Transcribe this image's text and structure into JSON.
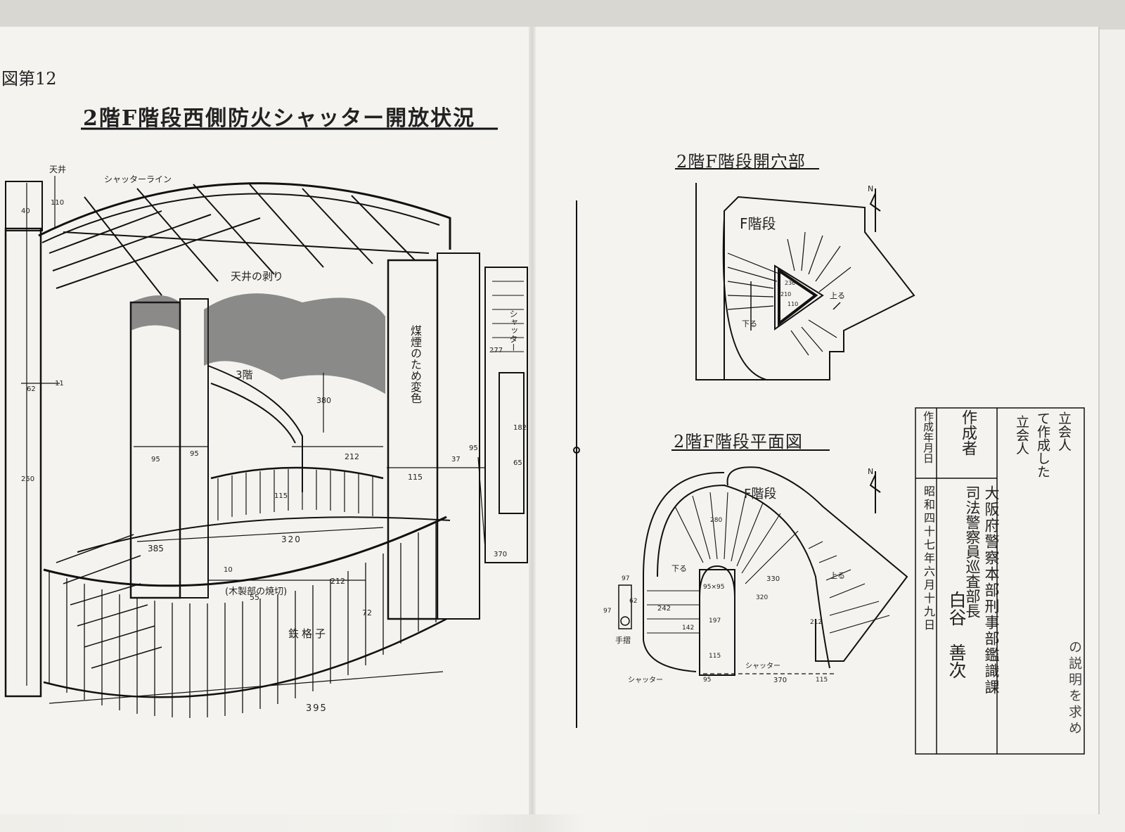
{
  "figure_number": "図第12",
  "main_title": "2階F階段西側防火シャッター開放状況",
  "inset_top_title": "2階F階段開穴部",
  "inset_bottom_title": "2階F階段平面図",
  "labels": {
    "shutter_line": "シャッターライン",
    "ceiling": "天井",
    "ceiling_peel": "天井の剥り",
    "third_floor": "3階",
    "smoke_discolor": "煤煙のため変色",
    "shutter": "シャッター",
    "broken_note": "(木製部の焼切)",
    "iron_lattice": "鉄格子",
    "f_stairs": "F階段",
    "up": "上る",
    "down": "下る",
    "handrail": "手摺",
    "shutter2": "シャッター",
    "north": "N"
  },
  "dims": {
    "d110": "110",
    "d40": "40",
    "d62": "62",
    "d11": "11",
    "d250": "250",
    "d95a": "95",
    "d95b": "95",
    "d380": "380",
    "d212a": "212",
    "d37": "37",
    "d95c": "95",
    "d115": "115",
    "d277": "277",
    "d115b": "115",
    "d385": "385",
    "d320": "320",
    "d10": "10",
    "d55": "55",
    "d212b": "212",
    "d72": "72",
    "d395": "395",
    "d370": "370",
    "d182": "182",
    "d65": "65",
    "p280": "280",
    "p97a": "97",
    "p62": "62",
    "p97b": "97",
    "p242": "242",
    "p95x95": "95×95",
    "p197": "197",
    "p142": "142",
    "p115": "115",
    "p330": "330",
    "p320": "320",
    "p212": "212",
    "p95": "95",
    "p370": "370",
    "p115b": "115",
    "t236": "236",
    "t210": "210",
    "t110": "110"
  },
  "signature": {
    "col1": "立会人",
    "col1b": "て作成した",
    "col2": "立会人",
    "col3_head": "作成者",
    "col3_org": "大阪府警察本部刑事部鑑識課",
    "col3_rank": "司法警察員巡査部長",
    "col3_name": "白谷　善次",
    "col4_head": "作成年月日",
    "col4_date": "昭和四十七年六月十九日",
    "margin_note": "の説明を求め"
  }
}
